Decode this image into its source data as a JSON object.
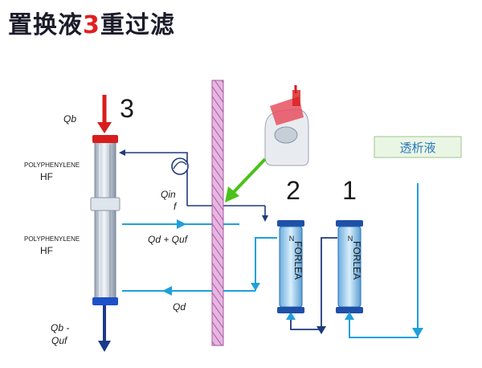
{
  "title": {
    "part1": "置换液",
    "highlight": "3",
    "part2": "重过滤"
  },
  "labels": {
    "num_3": "3",
    "num_2": "2",
    "num_1": "1",
    "qb": "Qb",
    "polyphenylene_top": "POLYPHENYLENE",
    "hf_top": "HF",
    "polyphenylene_mid": "POLYPHENYLENE",
    "hf_mid": "HF",
    "qinf_1": "Qin",
    "qinf_2": "f",
    "qd_quf": "Qd + Quf",
    "qd": "Qd",
    "qb_quf_1": "Qb -",
    "qb_quf_2": "Quf",
    "dialysate": "透析液",
    "filter_text": "FORLEA",
    "filter_n": "N"
  },
  "colors": {
    "blood_red": "#d81d1d",
    "blood_blue": "#1a3a8a",
    "line_cyan": "#1ea0dc",
    "line_navy": "#1f3a7a",
    "arrow_green": "#49c21a",
    "number_yellow": "#f2dc3a",
    "barrier": "#c77dc0",
    "dialysate_box_bg": "#eaf6e4",
    "dialysate_text": "#2a78c2"
  }
}
